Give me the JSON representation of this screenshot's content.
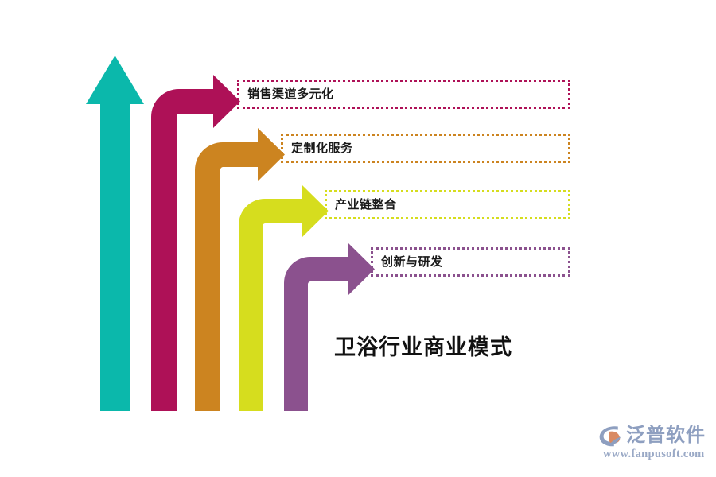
{
  "diagram": {
    "title": "卫浴行业商业模式",
    "type": "upward-stepped-arrow-infographic",
    "base_arrow": {
      "name": "growth-arrow",
      "color": "#0BB8AB"
    },
    "steps": [
      {
        "id": "step-1",
        "label": "销售渠道多元化",
        "color": "#AE1157",
        "order": 1
      },
      {
        "id": "step-2",
        "label": "定制化服务",
        "color": "#CC8420",
        "order": 2
      },
      {
        "id": "step-3",
        "label": "产业链整合",
        "color": "#D6DD1E",
        "order": 3
      },
      {
        "id": "step-4",
        "label": "创新与研发",
        "color": "#8B518E",
        "order": 4
      }
    ]
  },
  "watermark": {
    "brand": "泛普软件",
    "url": "www.fanpusoft.com",
    "brand_color": "#8e9fc0",
    "mark_accent": "#d98a62"
  }
}
